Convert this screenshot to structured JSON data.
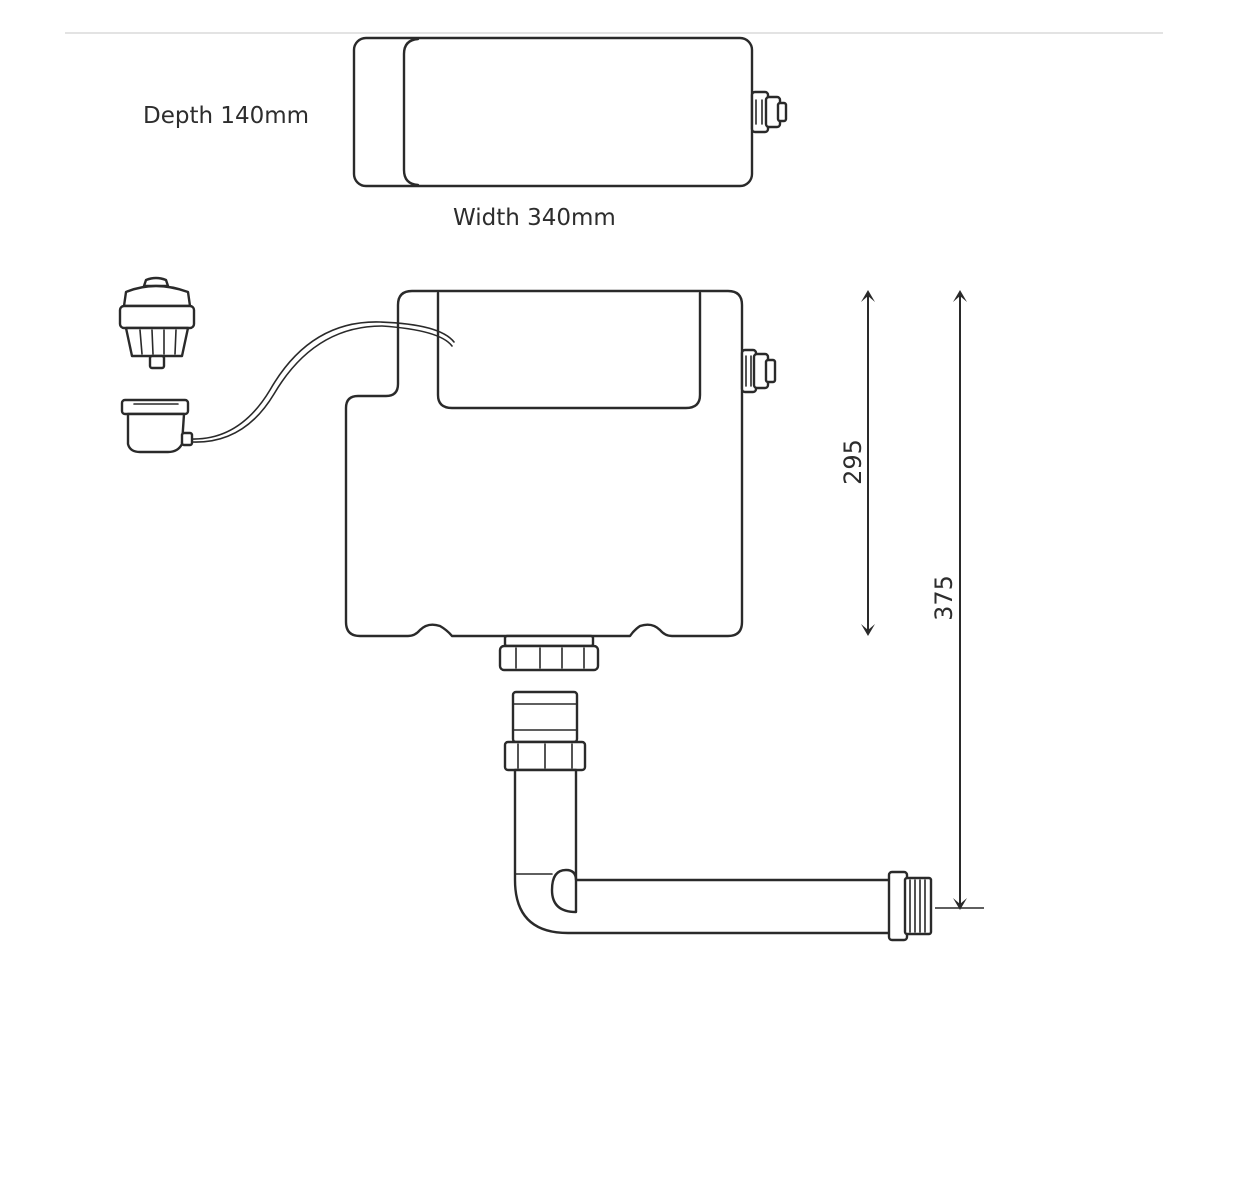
{
  "labels": {
    "depth": "Depth 140mm",
    "width": "Width 340mm",
    "height_cistern": "295",
    "height_total": "375"
  }
}
